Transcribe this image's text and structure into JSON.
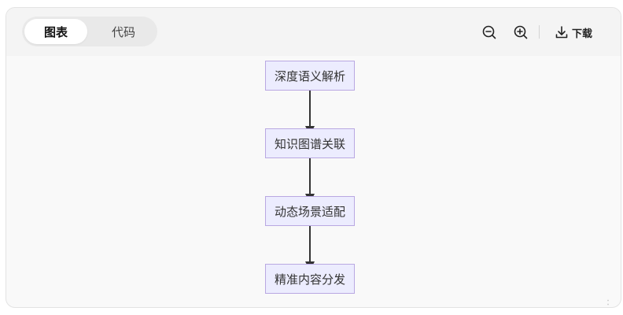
{
  "tabs": [
    {
      "label": "图表",
      "active": true
    },
    {
      "label": "代码",
      "active": false
    }
  ],
  "toolbar": {
    "zoom_out_icon": "zoom-out-icon",
    "zoom_in_icon": "zoom-in-icon",
    "download_icon": "download-icon",
    "download_label": "下载"
  },
  "diagram": {
    "nodes": [
      {
        "id": "n1",
        "label": "深度语义解析"
      },
      {
        "id": "n2",
        "label": "知识图谱关联"
      },
      {
        "id": "n3",
        "label": "动态场景适配"
      },
      {
        "id": "n4",
        "label": "精准内容分发"
      }
    ],
    "edges": [
      [
        "n1",
        "n2"
      ],
      [
        "n2",
        "n3"
      ],
      [
        "n3",
        "n4"
      ]
    ]
  },
  "colors": {
    "node_fill": "#ececfe",
    "node_border": "#b9a8e2",
    "edge": "#333333",
    "canvas_bg": "#f9f9f9",
    "toolbar_bg": "#f4f4f4"
  }
}
